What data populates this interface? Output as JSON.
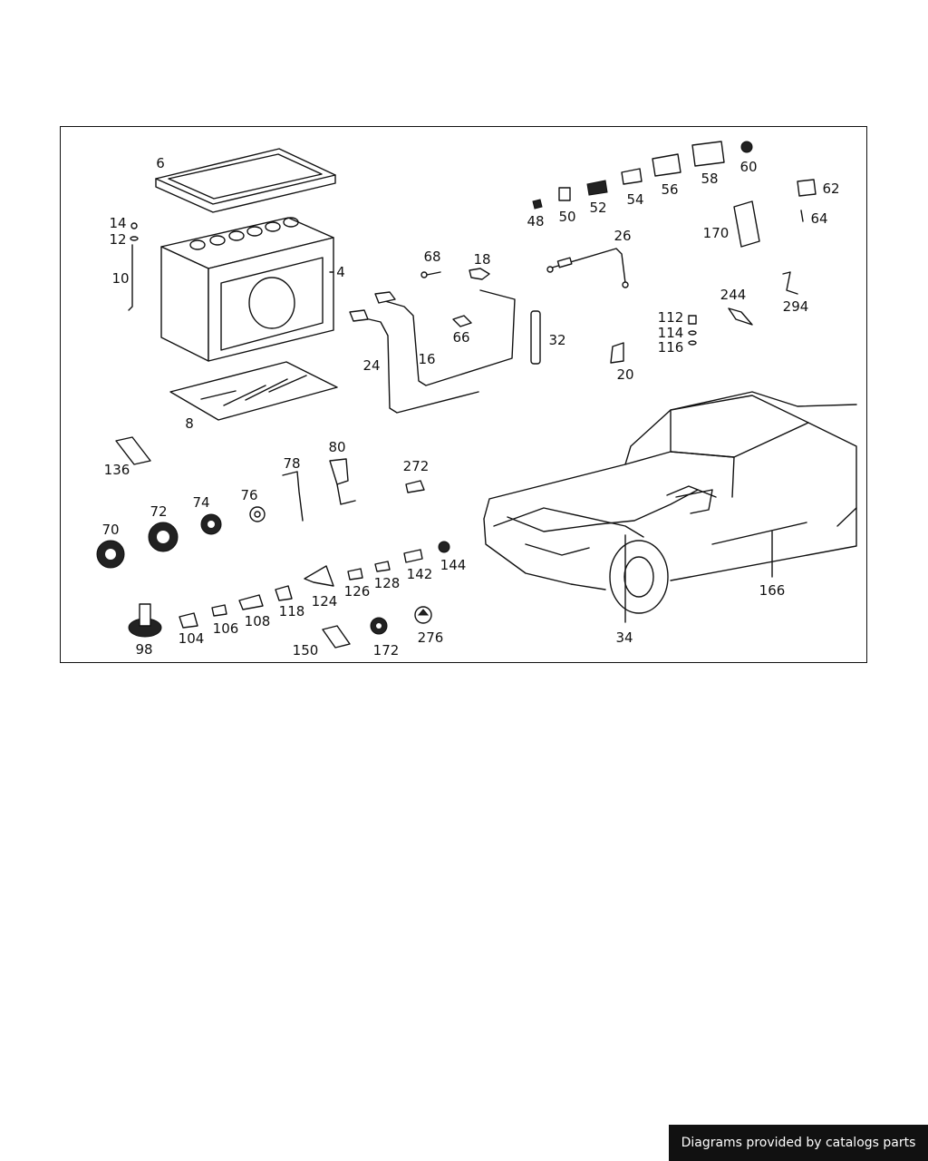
{
  "credit": "Diagrams provided by catalogs parts",
  "callouts": [
    "6",
    "14",
    "12",
    "10",
    "4",
    "8",
    "68",
    "18",
    "16",
    "24",
    "66",
    "32",
    "20",
    "26",
    "48",
    "50",
    "52",
    "54",
    "56",
    "58",
    "60",
    "62",
    "64",
    "170",
    "244",
    "294",
    "112",
    "114",
    "116",
    "136",
    "80",
    "78",
    "272",
    "74",
    "76",
    "72",
    "70",
    "144",
    "142",
    "128",
    "126",
    "124",
    "118",
    "108",
    "106",
    "104",
    "98",
    "150",
    "172",
    "276",
    "34",
    "166"
  ]
}
